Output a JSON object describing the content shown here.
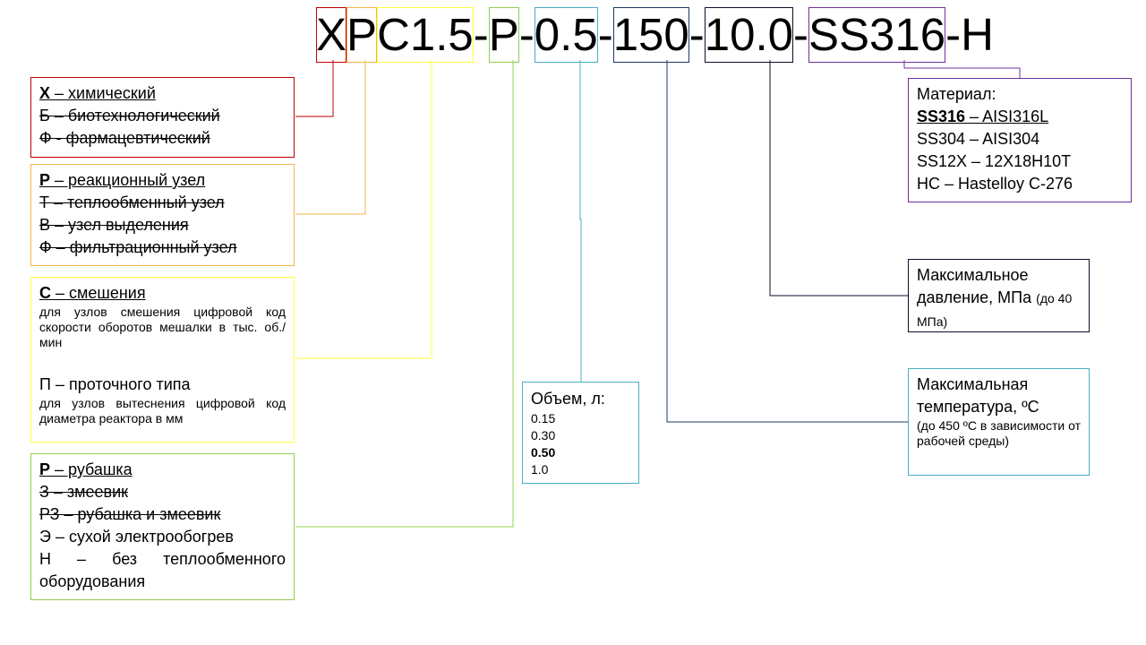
{
  "code": {
    "x": "X",
    "r": "P",
    "c": "C1.5",
    "d1": "-",
    "p": "P",
    "d2": "-",
    "vol": "0.5",
    "d3": "-",
    "temp": "150",
    "d4": "-",
    "pres": "10.0",
    "d5": "-",
    "mat": "SS316",
    "tail": "-H"
  },
  "colors": {
    "red": "#c00000",
    "orange": "#f6b44b",
    "yellow": "#ffff40",
    "green": "#92d050",
    "blue": "#4bacc6",
    "navy": "#1f3864",
    "dark": "#0d0d2b",
    "purple": "#7030a0"
  },
  "box_type": {
    "line1_key": "Х",
    "line1_rest": " – химический",
    "line2": "Б – биотехнологический",
    "line3": "Ф - фармацевтический"
  },
  "box_unit": {
    "line1_key": "Р",
    "line1_rest": " – реакционный  узел",
    "line2": "Т – теплообменный  узел",
    "line3": "В – узел выделения",
    "line4": "Ф – фильтрационный  узел"
  },
  "box_mode": {
    "mix_key": "С",
    "mix_rest": " – смешения",
    "mix_note": "для узлов смешения цифровой код скорости оборотов мешалки в тыс. об./мин",
    "flow_title": "П – проточного типа",
    "flow_note": "для узлов вытеснения цифровой код диаметра реактора в мм"
  },
  "box_heat": {
    "line1_key": "Р",
    "line1_rest": " – рубашка",
    "line2": "З – змеевик",
    "line3": "РЗ – рубашка и змеевик",
    "line4": "Э – сухой электрообогрев",
    "line5": "Н – без теплообменного оборудования"
  },
  "box_volume": {
    "title": "Объем,  л:",
    "values": [
      "0.15",
      "0.30",
      "0.50",
      "1.0"
    ]
  },
  "box_material": {
    "title": "Материал:",
    "line1_key": "SS316",
    "line1_rest": " – AISI316L",
    "line2": "SS304 – AISI304",
    "line3": "SS12X – 12X18H10T",
    "line4": "HC – Hastelloy C-276"
  },
  "box_pressure": {
    "title": "Максимальное давление, МПа",
    "note": "(до 40 МПа)"
  },
  "box_temperature": {
    "title": "Максимальная температура, ºС",
    "note": "(до 450 ºС в зависимости от рабочей среды)"
  }
}
